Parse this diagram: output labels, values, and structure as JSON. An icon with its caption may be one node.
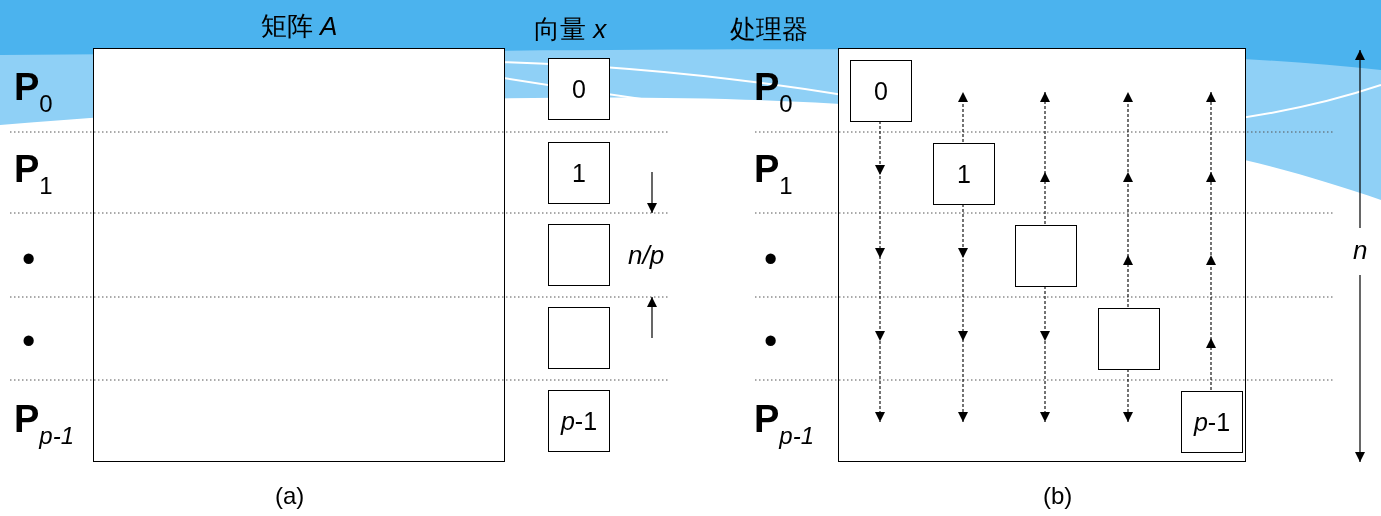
{
  "diagram": {
    "nodes": [
      {
        "text": [
          "矩阵 *A*"
        ]
      },
      {
        "text": [
          "0"
        ]
      },
      {
        "text": [
          "1"
        ]
      },
      {
        "text": [],
        "shape": "box"
      },
      {
        "text": [],
        "shape": "box"
      },
      {
        "text": [
          "*p*-1"
        ]
      },
      {
        "text": [],
        "shape": "box"
      },
      {
        "text": [
          "0"
        ],
        "in": 6
      },
      {
        "text": [
          "1"
        ],
        "in": 6
      },
      {
        "text": [],
        "shape": "box",
        "in": 6
      },
      {
        "text": [],
        "shape": "box",
        "in": 6
      },
      {
        "text": [
          "*p*-1"
        ],
        "in": 6
      }
    ],
    "edges": [
      {
        "from": 7,
        "to": null,
        "arrow": "to",
        "style": "dashed"
      },
      {
        "from": 8,
        "to": null,
        "arrow": "to",
        "style": "dashed"
      },
      {
        "from": 8,
        "to": null,
        "arrow": "to",
        "style": "dashed"
      },
      {
        "from": 9,
        "to": null,
        "arrow": "to",
        "style": "dashed"
      },
      {
        "from": 9,
        "to": null,
        "arrow": "to",
        "style": "dashed"
      },
      {
        "from": 10,
        "to": null,
        "arrow": "to",
        "style": "dashed"
      },
      {
        "from": 10,
        "to": null,
        "arrow": "to",
        "style": "dashed"
      },
      {
        "from": 11,
        "to": null,
        "arrow": "to",
        "style": "dashed"
      }
    ],
    "labels": [
      "向量 *x*",
      "处理器",
      "**P**$_{0}$",
      "**P**$_{1}$",
      "•",
      "•",
      "**P**$_{p-1}$",
      "n/p",
      "**P**$_{0}$",
      "**P**$_{1}$",
      "•",
      "•",
      "**P**$_{p-1}$",
      "n",
      "(a)",
      "(b)"
    ]
  }
}
